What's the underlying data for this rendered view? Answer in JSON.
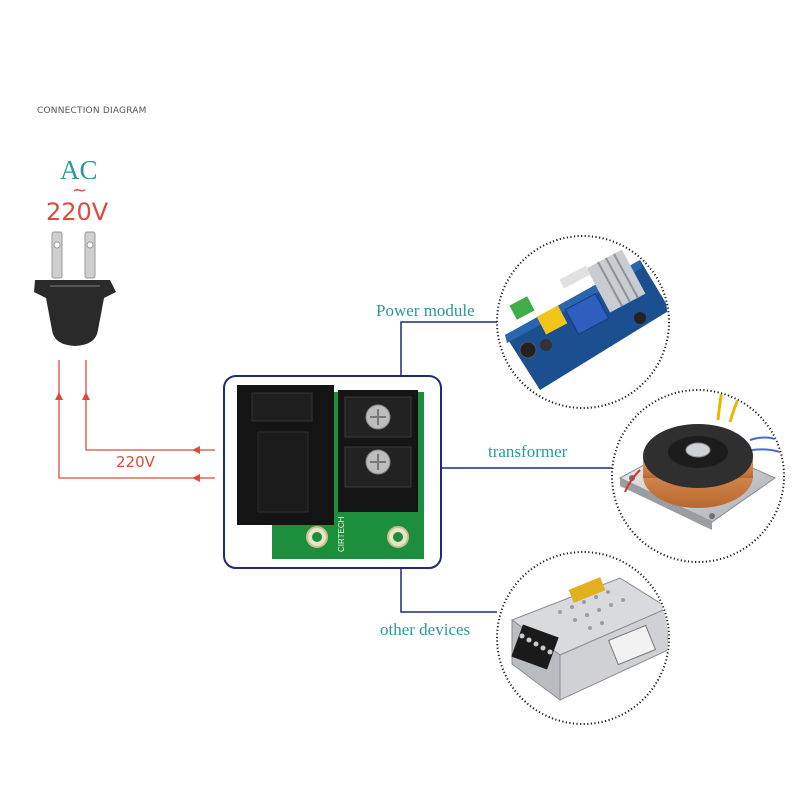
{
  "diagram": {
    "heading": "CONNECTION DIAGRAM",
    "source": {
      "type_label": "AC",
      "symbol": "~",
      "voltage_label": "220V",
      "wire_voltage_label": "220V"
    },
    "outputs": [
      {
        "label": "Power module",
        "icon": "power-module-image"
      },
      {
        "label": "transformer",
        "icon": "toroidal-transformer-image"
      },
      {
        "label": "other devices",
        "icon": "switching-power-supply-image"
      }
    ],
    "board": {
      "silkscreen": "CIRTECH"
    },
    "colors": {
      "accent_teal": "#2a9a93",
      "wire_red": "#d94c3d",
      "frame_blue": "#1f2a7a"
    }
  }
}
